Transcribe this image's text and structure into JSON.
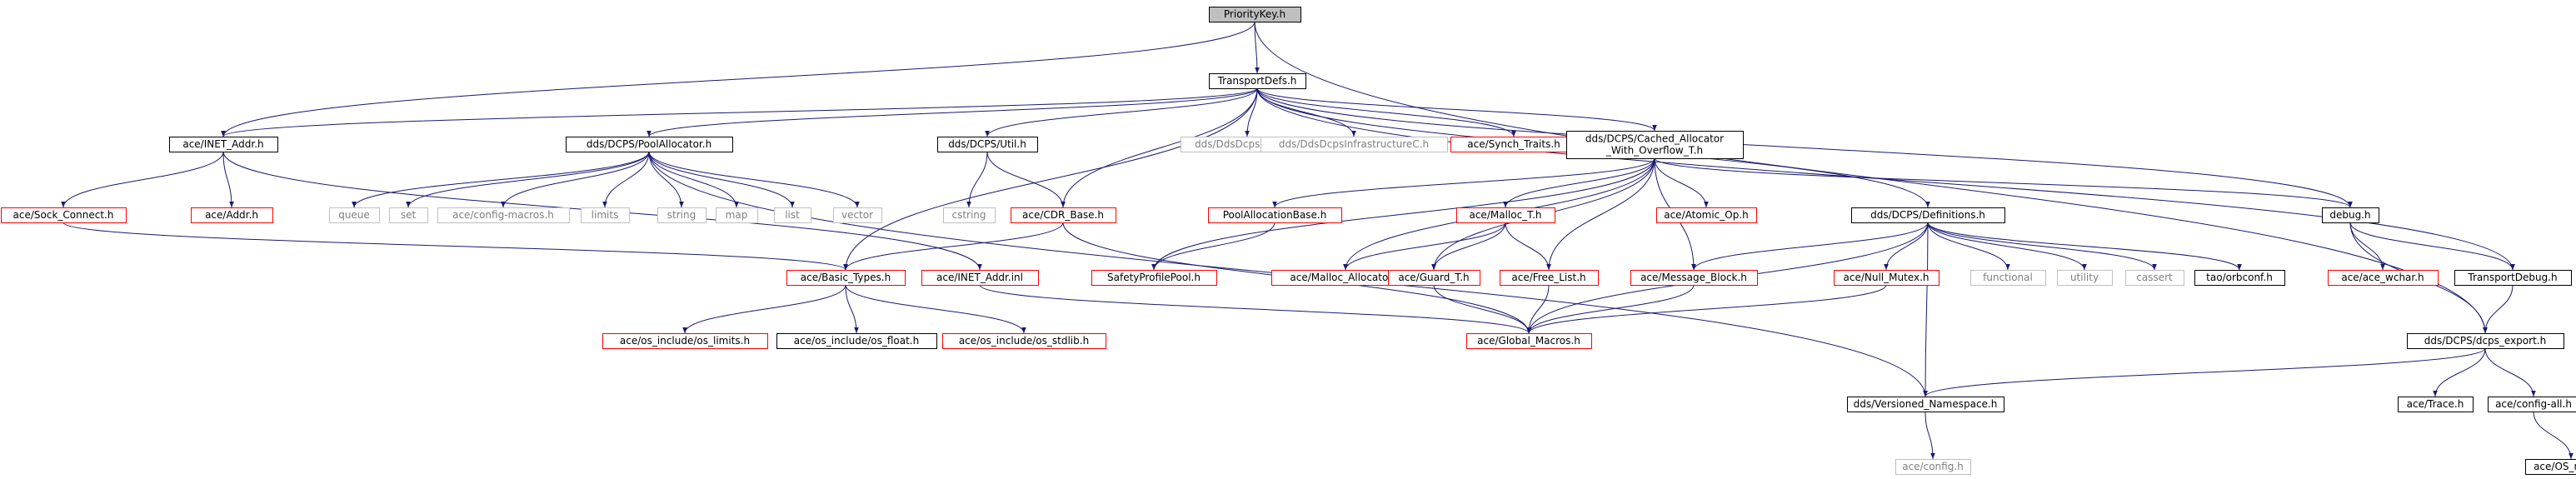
{
  "diagram": {
    "colors": {
      "edge": "#191970",
      "root_fill": "#bfbfbf",
      "default_border": "#000000",
      "red_border": "#ff0000",
      "gray_border": "#bfbfbf",
      "gray_text": "#7f7f7f"
    },
    "nodes": [
      {
        "id": "PriorityKey",
        "label": "PriorityKey.h",
        "style": "root"
      },
      {
        "id": "TransportDefs",
        "label": "TransportDefs.h",
        "style": "normal"
      },
      {
        "id": "INET_Addr",
        "label": "ace/INET_Addr.h",
        "style": "normal"
      },
      {
        "id": "PoolAllocator",
        "label": "dds/DCPS/PoolAllocator.h",
        "style": "normal"
      },
      {
        "id": "Util",
        "label": "dds/DCPS/Util.h",
        "style": "normal"
      },
      {
        "id": "DdsDcpsGuidC",
        "label": "dds/DdsDcpsGuidC.h",
        "style": "gray"
      },
      {
        "id": "DdsDcpsInfraC",
        "label": "dds/DdsDcpsInfrastructureC.h",
        "style": "gray"
      },
      {
        "id": "SynchTraits",
        "label": "ace/Synch_Traits.h",
        "style": "red"
      },
      {
        "id": "CachedAlloc",
        "label": "dds/DCPS/Cached_Allocator\n_With_Overflow_T.h",
        "style": "normal"
      },
      {
        "id": "SockConnect",
        "label": "ace/Sock_Connect.h",
        "style": "red"
      },
      {
        "id": "Addr",
        "label": "ace/Addr.h",
        "style": "red"
      },
      {
        "id": "queue",
        "label": "queue",
        "style": "gray"
      },
      {
        "id": "set",
        "label": "set",
        "style": "gray"
      },
      {
        "id": "configmacros",
        "label": "ace/config-macros.h",
        "style": "gray"
      },
      {
        "id": "limits",
        "label": "limits",
        "style": "gray"
      },
      {
        "id": "string",
        "label": "string",
        "style": "gray"
      },
      {
        "id": "map",
        "label": "map",
        "style": "gray"
      },
      {
        "id": "list",
        "label": "list",
        "style": "gray"
      },
      {
        "id": "vector",
        "label": "vector",
        "style": "gray"
      },
      {
        "id": "cstring",
        "label": "cstring",
        "style": "gray"
      },
      {
        "id": "CDRBase",
        "label": "ace/CDR_Base.h",
        "style": "red"
      },
      {
        "id": "PoolAllocBase",
        "label": "PoolAllocationBase.h",
        "style": "red"
      },
      {
        "id": "MallocT",
        "label": "ace/Malloc_T.h",
        "style": "red"
      },
      {
        "id": "AtomicOp",
        "label": "ace/Atomic_Op.h",
        "style": "red"
      },
      {
        "id": "Definitions",
        "label": "dds/DCPS/Definitions.h",
        "style": "normal"
      },
      {
        "id": "debug",
        "label": "debug.h",
        "style": "normal"
      },
      {
        "id": "BasicTypes",
        "label": "ace/Basic_Types.h",
        "style": "red"
      },
      {
        "id": "INETAddrInl",
        "label": "ace/INET_Addr.inl",
        "style": "red"
      },
      {
        "id": "SafetyPool",
        "label": "SafetyProfilePool.h",
        "style": "red"
      },
      {
        "id": "MallocAlloc",
        "label": "ace/Malloc_Allocator.h",
        "style": "red"
      },
      {
        "id": "GuardT",
        "label": "ace/Guard_T.h",
        "style": "red"
      },
      {
        "id": "FreeList",
        "label": "ace/Free_List.h",
        "style": "red"
      },
      {
        "id": "MessageBlock",
        "label": "ace/Message_Block.h",
        "style": "red"
      },
      {
        "id": "NullMutex",
        "label": "ace/Null_Mutex.h",
        "style": "red"
      },
      {
        "id": "functional",
        "label": "functional",
        "style": "gray"
      },
      {
        "id": "utility",
        "label": "utility",
        "style": "gray"
      },
      {
        "id": "cassert",
        "label": "cassert",
        "style": "gray"
      },
      {
        "id": "orbconf",
        "label": "tao/orbconf.h",
        "style": "normal"
      },
      {
        "id": "acewchar",
        "label": "ace/ace_wchar.h",
        "style": "red"
      },
      {
        "id": "TransportDebug",
        "label": "TransportDebug.h",
        "style": "normal"
      },
      {
        "id": "oslimits",
        "label": "ace/os_include/os_limits.h",
        "style": "red"
      },
      {
        "id": "osfloat",
        "label": "ace/os_include/os_float.h",
        "style": "normal"
      },
      {
        "id": "osstdlib",
        "label": "ace/os_include/os_stdlib.h",
        "style": "red"
      },
      {
        "id": "GlobalMacros",
        "label": "ace/Global_Macros.h",
        "style": "red"
      },
      {
        "id": "dcpsexport",
        "label": "dds/DCPS/dcps_export.h",
        "style": "normal"
      },
      {
        "id": "VersionedNS",
        "label": "dds/Versioned_Namespace.h",
        "style": "normal"
      },
      {
        "id": "Trace",
        "label": "ace/Trace.h",
        "style": "normal"
      },
      {
        "id": "configall",
        "label": "ace/config-all.h",
        "style": "normal"
      },
      {
        "id": "config",
        "label": "ace/config.h",
        "style": "gray"
      },
      {
        "id": "OSmain",
        "label": "ace/OS_main.h",
        "style": "normal"
      }
    ],
    "edges": [
      [
        "PriorityKey",
        "TransportDefs"
      ],
      [
        "PriorityKey",
        "INET_Addr"
      ],
      [
        "PriorityKey",
        "dcpsexport"
      ],
      [
        "TransportDefs",
        "INET_Addr"
      ],
      [
        "TransportDefs",
        "PoolAllocator"
      ],
      [
        "TransportDefs",
        "Util"
      ],
      [
        "TransportDefs",
        "DdsDcpsGuidC"
      ],
      [
        "TransportDefs",
        "DdsDcpsInfraC"
      ],
      [
        "TransportDefs",
        "SynchTraits"
      ],
      [
        "TransportDefs",
        "CachedAlloc"
      ],
      [
        "TransportDefs",
        "BasicTypes"
      ],
      [
        "TransportDefs",
        "CDRBase"
      ],
      [
        "TransportDefs",
        "Definitions"
      ],
      [
        "TransportDefs",
        "debug"
      ],
      [
        "TransportDefs",
        "TransportDebug"
      ],
      [
        "INET_Addr",
        "SockConnect"
      ],
      [
        "INET_Addr",
        "Addr"
      ],
      [
        "INET_Addr",
        "INETAddrInl"
      ],
      [
        "PoolAllocator",
        "queue"
      ],
      [
        "PoolAllocator",
        "set"
      ],
      [
        "PoolAllocator",
        "configmacros"
      ],
      [
        "PoolAllocator",
        "limits"
      ],
      [
        "PoolAllocator",
        "string"
      ],
      [
        "PoolAllocator",
        "map"
      ],
      [
        "PoolAllocator",
        "list"
      ],
      [
        "PoolAllocator",
        "vector"
      ],
      [
        "PoolAllocator",
        "VersionedNS"
      ],
      [
        "Util",
        "cstring"
      ],
      [
        "Util",
        "CDRBase"
      ],
      [
        "CachedAlloc",
        "PoolAllocBase"
      ],
      [
        "CachedAlloc",
        "MallocT"
      ],
      [
        "CachedAlloc",
        "AtomicOp"
      ],
      [
        "CachedAlloc",
        "SafetyPool"
      ],
      [
        "CachedAlloc",
        "MallocAlloc"
      ],
      [
        "CachedAlloc",
        "GuardT"
      ],
      [
        "CachedAlloc",
        "FreeList"
      ],
      [
        "CachedAlloc",
        "MessageBlock"
      ],
      [
        "CachedAlloc",
        "debug"
      ],
      [
        "SockConnect",
        "BasicTypes"
      ],
      [
        "CDRBase",
        "BasicTypes"
      ],
      [
        "CDRBase",
        "GlobalMacros"
      ],
      [
        "PoolAllocBase",
        "SafetyPool"
      ],
      [
        "MallocT",
        "MallocAlloc"
      ],
      [
        "MallocT",
        "GuardT"
      ],
      [
        "MallocT",
        "FreeList"
      ],
      [
        "Definitions",
        "MessageBlock"
      ],
      [
        "Definitions",
        "NullMutex"
      ],
      [
        "Definitions",
        "functional"
      ],
      [
        "Definitions",
        "utility"
      ],
      [
        "Definitions",
        "cassert"
      ],
      [
        "Definitions",
        "orbconf"
      ],
      [
        "Definitions",
        "GlobalMacros"
      ],
      [
        "Definitions",
        "VersionedNS"
      ],
      [
        "debug",
        "acewchar"
      ],
      [
        "debug",
        "TransportDebug"
      ],
      [
        "debug",
        "dcpsexport"
      ],
      [
        "BasicTypes",
        "oslimits"
      ],
      [
        "BasicTypes",
        "osfloat"
      ],
      [
        "BasicTypes",
        "osstdlib"
      ],
      [
        "INETAddrInl",
        "GlobalMacros"
      ],
      [
        "GuardT",
        "GlobalMacros"
      ],
      [
        "FreeList",
        "GlobalMacros"
      ],
      [
        "MessageBlock",
        "GlobalMacros"
      ],
      [
        "NullMutex",
        "GlobalMacros"
      ],
      [
        "TransportDebug",
        "dcpsexport"
      ],
      [
        "dcpsexport",
        "VersionedNS"
      ],
      [
        "dcpsexport",
        "Trace"
      ],
      [
        "dcpsexport",
        "configall"
      ],
      [
        "VersionedNS",
        "config"
      ],
      [
        "configall",
        "OSmain"
      ]
    ]
  }
}
